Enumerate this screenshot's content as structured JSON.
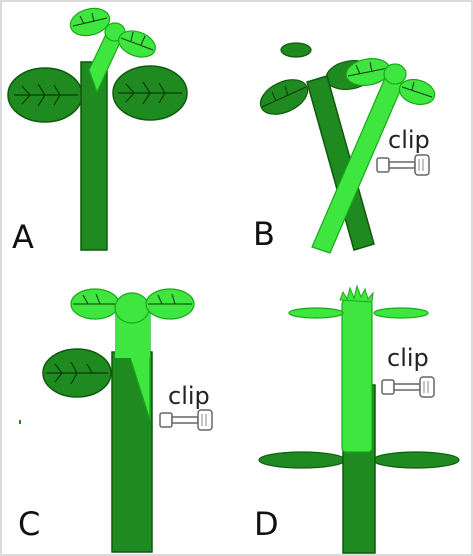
{
  "figure": {
    "panels": [
      {
        "letter": "A",
        "has_clip": false
      },
      {
        "letter": "B",
        "has_clip": true
      },
      {
        "letter": "C",
        "has_clip": true
      },
      {
        "letter": "D",
        "has_clip": true
      }
    ],
    "clip_label": "clip"
  },
  "colors": {
    "dark_green": "#1f8a1f",
    "dark_green_stroke": "#0f5a0f",
    "light_green": "#3fe63f",
    "light_green_stroke": "#1aa81a",
    "leaf_vein": "#0a3a0a",
    "clip_stroke": "#666666",
    "border": "#cfcfcf"
  },
  "icons": {
    "clip": "hose-clip-icon",
    "leaf": "leaf-icon"
  }
}
